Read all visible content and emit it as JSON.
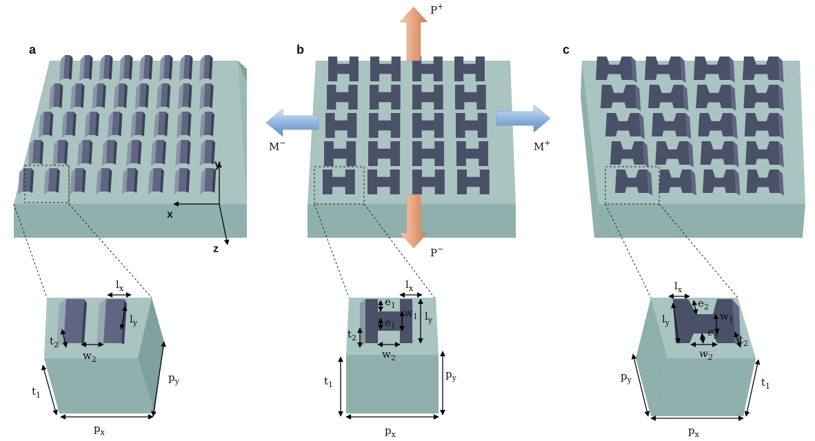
{
  "panels": {
    "a": {
      "letter": "a",
      "axes": {
        "x": "x",
        "y": "y",
        "z": "z"
      },
      "params": {
        "lx": {
          "base": "l",
          "sub": "x"
        },
        "ly": {
          "base": "l",
          "sub": "y"
        },
        "t2": {
          "base": "t",
          "sub": "2"
        },
        "w2": {
          "base": "w",
          "sub": "2"
        },
        "t1": {
          "base": "t",
          "sub": "1"
        },
        "py": {
          "base": "p",
          "sub": "y"
        },
        "px": {
          "base": "p",
          "sub": "x"
        }
      }
    },
    "b": {
      "letter": "b",
      "ports": {
        "p_plus": {
          "base": "P",
          "sup": "+"
        },
        "p_minus": {
          "base": "P",
          "sup": "−"
        },
        "m_minus": {
          "base": "M",
          "sup": "−"
        },
        "m_plus": {
          "base": "M",
          "sup": "+"
        }
      },
      "params": {
        "lx": {
          "base": "l",
          "sub": "x"
        },
        "e1a": {
          "base": "e",
          "sub": "1"
        },
        "e1b": {
          "base": "e",
          "sub": "1"
        },
        "w1": {
          "base": "w",
          "sub": "1"
        },
        "ly": {
          "base": "l",
          "sub": "y"
        },
        "t2": {
          "base": "t",
          "sub": "2"
        },
        "w2": {
          "base": "w",
          "sub": "2"
        },
        "t1": {
          "base": "t",
          "sub": "1"
        },
        "py": {
          "base": "p",
          "sub": "y"
        },
        "px": {
          "base": "p",
          "sub": "x"
        }
      }
    },
    "c": {
      "letter": "c",
      "params": {
        "lx": {
          "base": "l",
          "sub": "x"
        },
        "e2": {
          "base": "e",
          "sub": "2"
        },
        "ly": {
          "base": "l",
          "sub": "y"
        },
        "w1": {
          "base": "w",
          "sub": "1"
        },
        "e3": {
          "base": "e",
          "sub": "3"
        },
        "t2": {
          "base": "t",
          "sub": "2"
        },
        "w2": {
          "base": "w",
          "sub": "2"
        },
        "py": {
          "base": "p",
          "sub": "y"
        },
        "t1": {
          "base": "t",
          "sub": "1"
        },
        "px": {
          "base": "p",
          "sub": "x"
        }
      }
    }
  },
  "colors": {
    "substrate_top": "#a9c4c1",
    "substrate_front": "#8faeab",
    "substrate_side": "#7f9e9b",
    "pillar": "#4a5068",
    "pillar_side": "#5f6683",
    "pillar_top": "#3d4259",
    "arrow_blue": "#a8c8e8",
    "arrow_orange": "#f0b898"
  }
}
